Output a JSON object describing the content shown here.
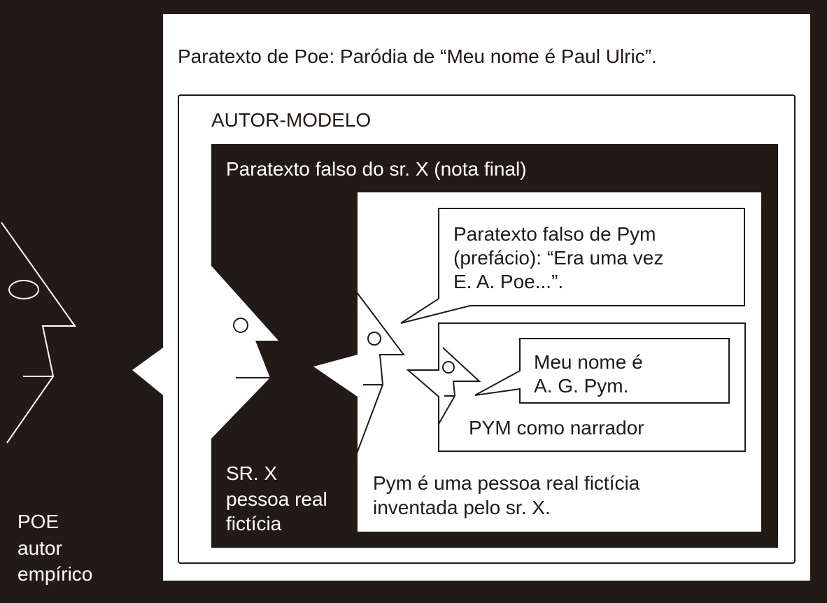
{
  "title": "Paratexto de Poe:  Paródia de “Meu nome é Paul Ulric”.",
  "autor_modelo": "AUTOR-MODELO",
  "sr_x_paratext": "Paratexto falso do sr. X (nota final)",
  "pym_preface": [
    "Paratexto falso de Pym",
    "(prefácio): “Era uma vez",
    "E. A. Poe...”."
  ],
  "pym_speech": [
    "Meu nome é",
    "A. G. Pym."
  ],
  "pym_narrator": "PYM como narrador",
  "pym_fictional": [
    "Pym é uma pessoa real fictícia",
    "inventada pelo sr. X."
  ],
  "sr_x_label": [
    "SR. X",
    "pessoa real",
    "fictícia"
  ],
  "poe_label": [
    "POE",
    "autor",
    "empírico"
  ],
  "colors": {
    "dark": "#211a17",
    "light": "#ffffff"
  }
}
